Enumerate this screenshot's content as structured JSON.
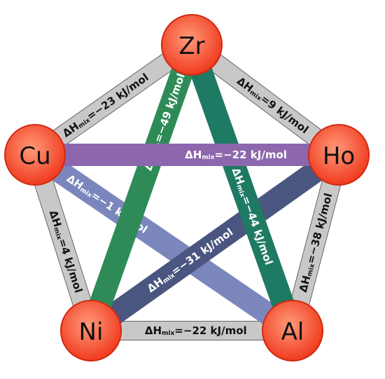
{
  "elements": [
    {
      "id": "Zr",
      "label": "Zr"
    },
    {
      "id": "Cu",
      "label": "Cu"
    },
    {
      "id": "Ho",
      "label": "Ho"
    },
    {
      "id": "Ni",
      "label": "Ni"
    },
    {
      "id": "Al",
      "label": "Al"
    }
  ],
  "enthalpy_symbol": "ΔH",
  "enthalpy_subscript": "mix",
  "bonds": [
    {
      "from": "Zr",
      "to": "Cu",
      "value": "=−23 kJ/mol",
      "color": "#c8c8c8",
      "text_color": "#111111"
    },
    {
      "from": "Zr",
      "to": "Ho",
      "value": "=9 kJ/mol",
      "color": "#c8c8c8",
      "text_color": "#111111"
    },
    {
      "from": "Cu",
      "to": "Ni",
      "value": "=4 kJ/mol",
      "color": "#c8c8c8",
      "text_color": "#111111"
    },
    {
      "from": "Ho",
      "to": "Al",
      "value": "=−38 kJ/mol",
      "color": "#c8c8c8",
      "text_color": "#111111"
    },
    {
      "from": "Ni",
      "to": "Al",
      "value": "=−22 kJ/mol",
      "color": "#c8c8c8",
      "text_color": "#111111"
    },
    {
      "from": "Cu",
      "to": "Al",
      "value": "=−1 kJ/mol",
      "color": "#7b86bd",
      "text_color": "#ffffff"
    },
    {
      "from": "Ni",
      "to": "Ho",
      "value": "=−31 kJ/mol",
      "color": "#4a5680",
      "text_color": "#ffffff"
    },
    {
      "from": "Ni",
      "to": "Zr",
      "value": "=−49 kJ/mol",
      "color": "#2e8b57",
      "text_color": "#ffffff"
    },
    {
      "from": "Zr",
      "to": "Al",
      "value": "=−44 kJ/mol",
      "color": "#1f7a63",
      "text_color": "#ffffff"
    },
    {
      "from": "Cu",
      "to": "Ho",
      "value": "=−22 kJ/mol",
      "color": "#8c67ad",
      "text_color": "#ffffff"
    }
  ],
  "colors": {
    "node_fill_center": "#ff9a7a",
    "node_fill_edge": "#f03a1e",
    "node_stroke": "#d22810"
  }
}
